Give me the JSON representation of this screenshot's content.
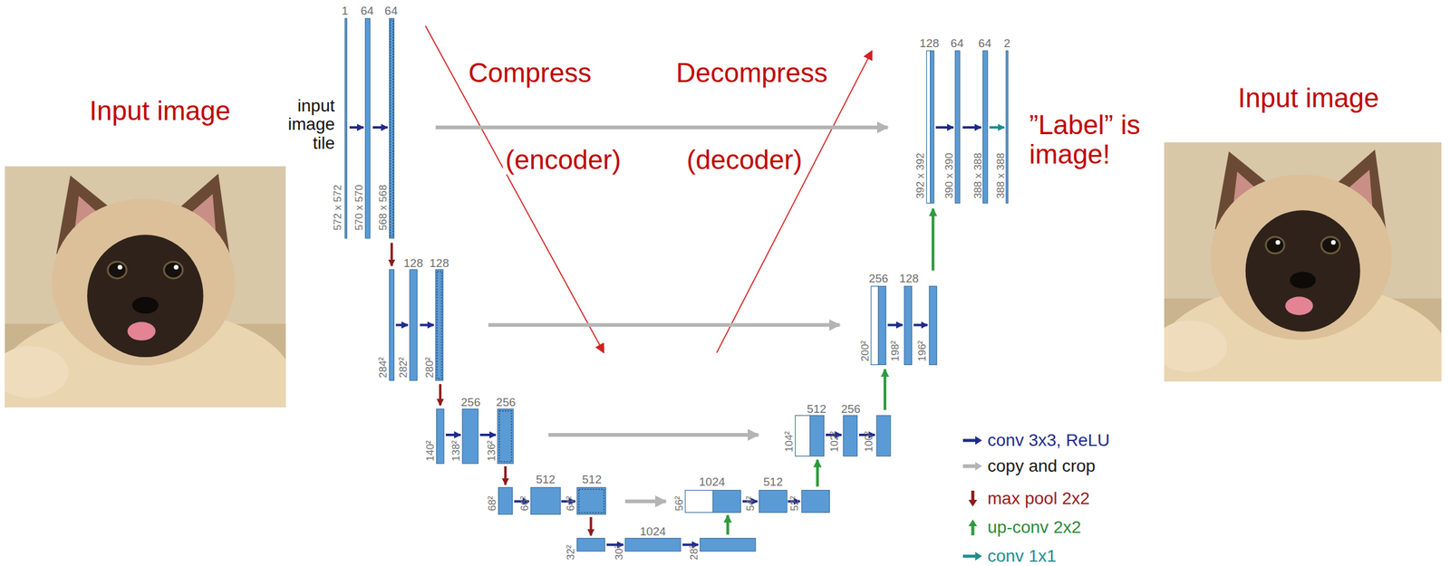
{
  "diagram": {
    "labels": [
      "Input image",
      "1",
      "64",
      "64",
      "input image tile",
      "572 x 572",
      "570 x 570",
      "568 x 568",
      "Compress",
      "(encoder)",
      "Decompress",
      "(decoder)",
      "128",
      "64",
      "64",
      "2",
      "392 x 392",
      "390 x 390",
      "388 x 388",
      "388 x 388",
      "”Label” is image!",
      "Input image",
      "128",
      "128",
      "284²",
      "282²",
      "280²",
      "256",
      "128",
      "200²",
      "198²",
      "196²",
      "256",
      "256",
      "140²",
      "138²",
      "136²",
      "512",
      "256",
      "104²",
      "102²",
      "100²",
      "512",
      "512",
      "68²",
      "66²",
      "64²",
      "1024",
      "512",
      "56²",
      "54²",
      "52²",
      "1024",
      "32²",
      "30²",
      "28²"
    ],
    "legend": [
      {
        "text": "conv 3x3, ReLU"
      },
      {
        "text": "copy and crop"
      },
      {
        "text": "max pool 2x2"
      },
      {
        "text": "up-conv 2x2"
      },
      {
        "text": "conv 1x1"
      }
    ]
  }
}
